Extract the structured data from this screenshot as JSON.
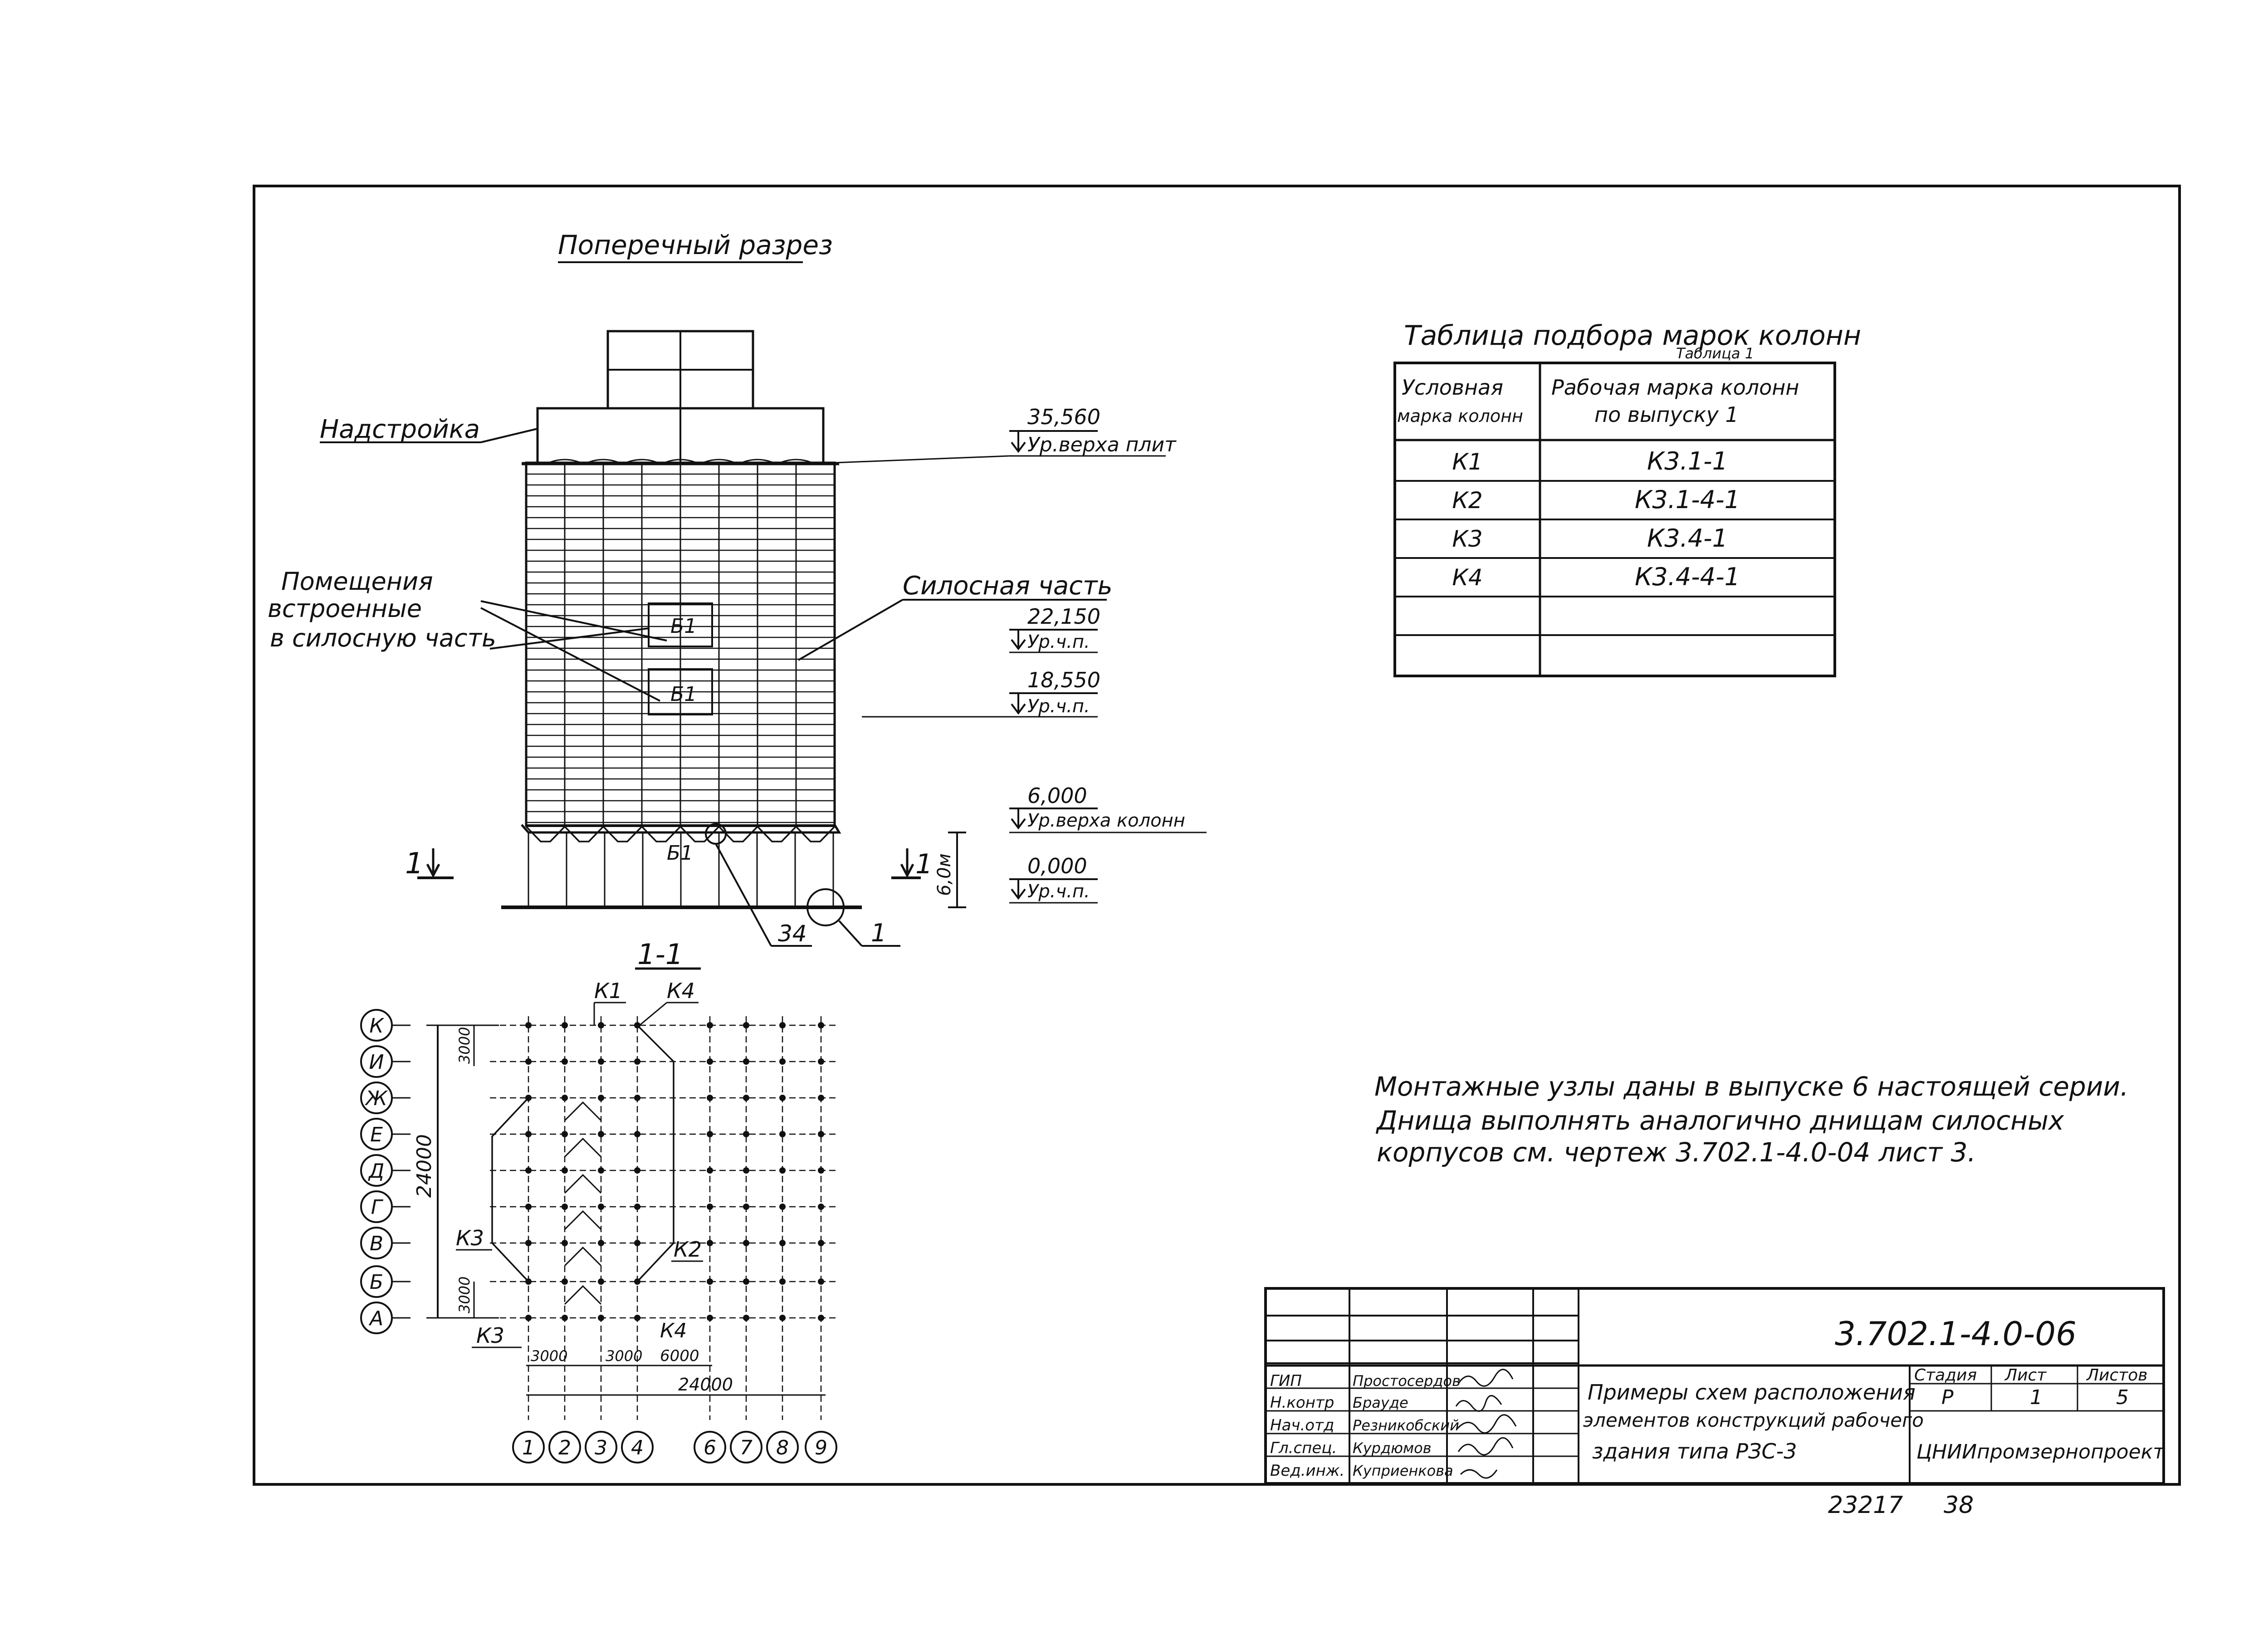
{
  "section_title": "Поперечный разрез",
  "labels": {
    "superstructure": "Надстройка",
    "rooms": [
      "Помещения",
      "встроенные",
      "в силосную часть"
    ],
    "silo_part": "Силосная часть",
    "room_mark": "Б1",
    "node_34": "34",
    "node_1": "1",
    "cut_left": "1",
    "cut_right": "1",
    "height_6m": "6,0м"
  },
  "elevations": [
    {
      "value": "35,560",
      "note": "Ур.верха плит"
    },
    {
      "value": "22,150",
      "note": "Ур.ч.п."
    },
    {
      "value": "18,550",
      "note": "Ур.ч.п."
    },
    {
      "value": "6,000",
      "note": "Ур.верха колонн"
    },
    {
      "value": "0,000",
      "note": "Ур.ч.п."
    }
  ],
  "plan": {
    "title": "1-1",
    "row_axes": [
      "К",
      "И",
      "Ж",
      "Е",
      "Д",
      "Г",
      "В",
      "Б",
      "А"
    ],
    "col_axes": [
      "1",
      "2",
      "3",
      "4",
      "6",
      "7",
      "8",
      "9"
    ],
    "marks": {
      "k1": "К1",
      "k4_top": "К4",
      "k3_left": "К3",
      "k2": "К2",
      "k3_bottom": "К3",
      "k4_bottom": "К4"
    },
    "dims": {
      "vertical_total": "24000",
      "vertical_top": "3000",
      "vertical_bottom": "3000",
      "h_3000_a": "3000",
      "h_3000_b": "3000",
      "h_6000": "6000",
      "h_total": "24000"
    }
  },
  "table": {
    "title": "Таблица подбора марок колонн",
    "subtitle": "Таблица 1",
    "headers": {
      "col1": [
        "Условная",
        "марка колонн"
      ],
      "col2": [
        "Рабочая марка колонн",
        "по выпуску 1"
      ]
    },
    "rows": [
      [
        "К1",
        "К3.1-1"
      ],
      [
        "К2",
        "К3.1-4-1"
      ],
      [
        "К3",
        "К3.4-1"
      ],
      [
        "К4",
        "К3.4-4-1"
      ],
      [
        "",
        ""
      ],
      [
        "",
        ""
      ]
    ]
  },
  "notes": [
    "Монтажные узлы даны в выпуске 6 настоящей серии.",
    "Днища выполнять аналогично днищам силосных",
    "корпусов см. чертеж   3.702.1-4.0-04 лист 3."
  ],
  "title_block": {
    "code": "3.702.1-4.0-06",
    "roles": [
      "ГИП",
      "Н.контр",
      "Нач.отд",
      "Гл.спец.",
      "Вед.инж."
    ],
    "names": [
      "Простосердов",
      "Брауде",
      "Резникобский",
      "Курдюмов",
      "Куприенкова"
    ],
    "description": [
      "Примеры схем расположения",
      "элементов конструкций рабочего",
      "здания типа РЗС-3"
    ],
    "stage_label": "Стадия",
    "sheet_label": "Лист",
    "sheets_label": "Листов",
    "stage": "Р",
    "sheet": "1",
    "sheets": "5",
    "organization": "ЦНИИпромзернопроект"
  },
  "footer": {
    "inventory": "23217",
    "page": "38"
  }
}
